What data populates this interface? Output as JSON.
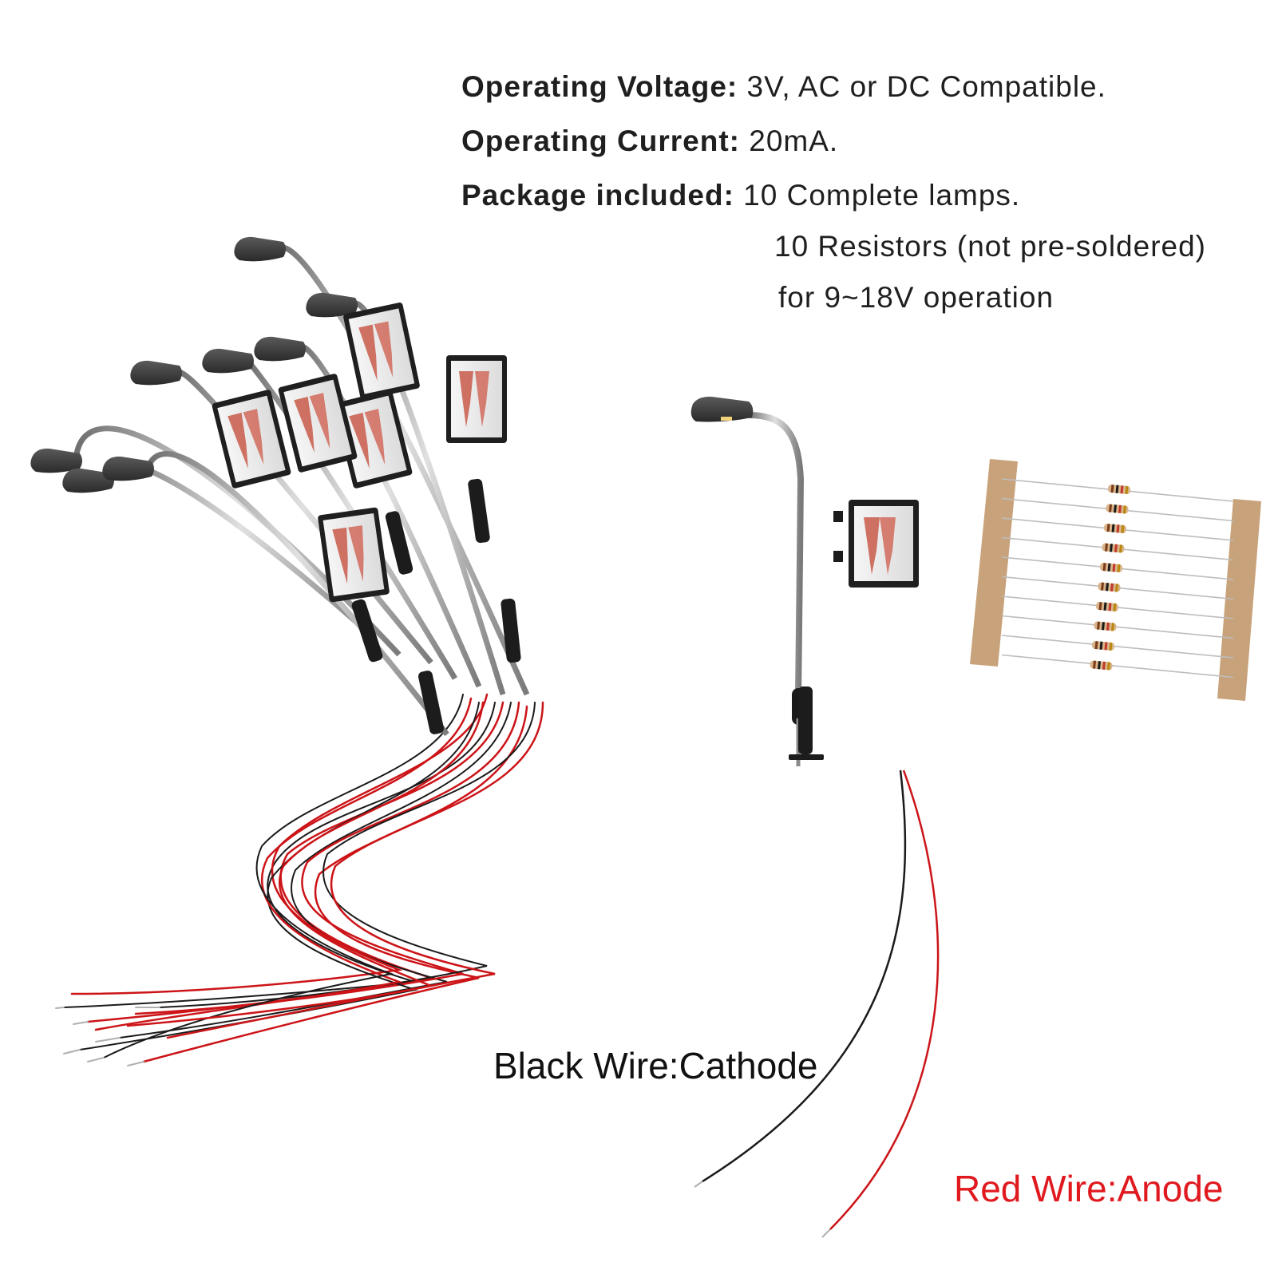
{
  "specs": {
    "voltage_label": "Operating Voltage:",
    "voltage_value": "3V, AC or DC Compatible.",
    "current_label": "Operating Current:",
    "current_value": "20mA.",
    "package_label": "Package included:",
    "package_line1": "10 Complete lamps.",
    "package_line2": "10 Resistors (not pre-soldered)",
    "package_line3": "for 9~18V operation"
  },
  "labels": {
    "black_wire": "Black Wire:Cathode",
    "red_wire": "Red Wire:Anode"
  },
  "colors": {
    "background": "#ffffff",
    "text": "#1f1f1f",
    "red_label": "#e0191e",
    "wire_red": "#cc1418",
    "wire_black": "#1a1a1a",
    "lamp_head": "#3a3a3a",
    "pole": "#9a9a9a",
    "tape": "#c8a27a"
  }
}
